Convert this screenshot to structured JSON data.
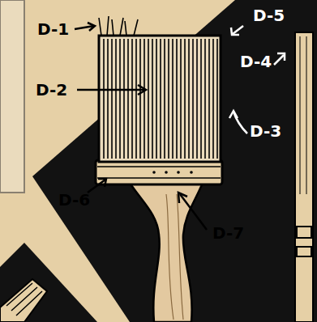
{
  "diagram": {
    "labels": [
      "D-5",
      "D-1",
      "D-4",
      "D-2",
      "D-3",
      "D-6",
      "D-7"
    ]
  }
}
